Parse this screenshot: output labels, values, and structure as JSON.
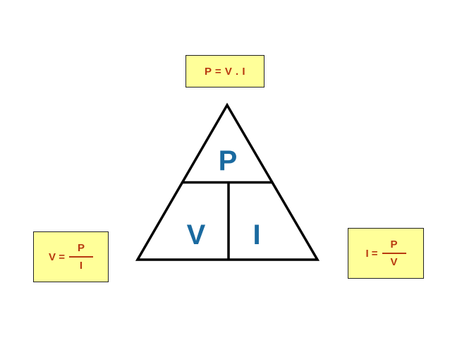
{
  "colors": {
    "box_fill": "#ffff99",
    "formula_text": "#b83a10",
    "triangle_letters": "#1a6aa0",
    "triangle_stroke": "#000000"
  },
  "triangle": {
    "top_label": "P",
    "bottom_left_label": "V",
    "bottom_right_label": "I"
  },
  "formulas": {
    "power": {
      "text": "P = V . I"
    },
    "voltage": {
      "lhs": "V =",
      "numerator": "P",
      "denominator": "I"
    },
    "current": {
      "lhs": "I =",
      "numerator": "P",
      "denominator": "V"
    }
  }
}
